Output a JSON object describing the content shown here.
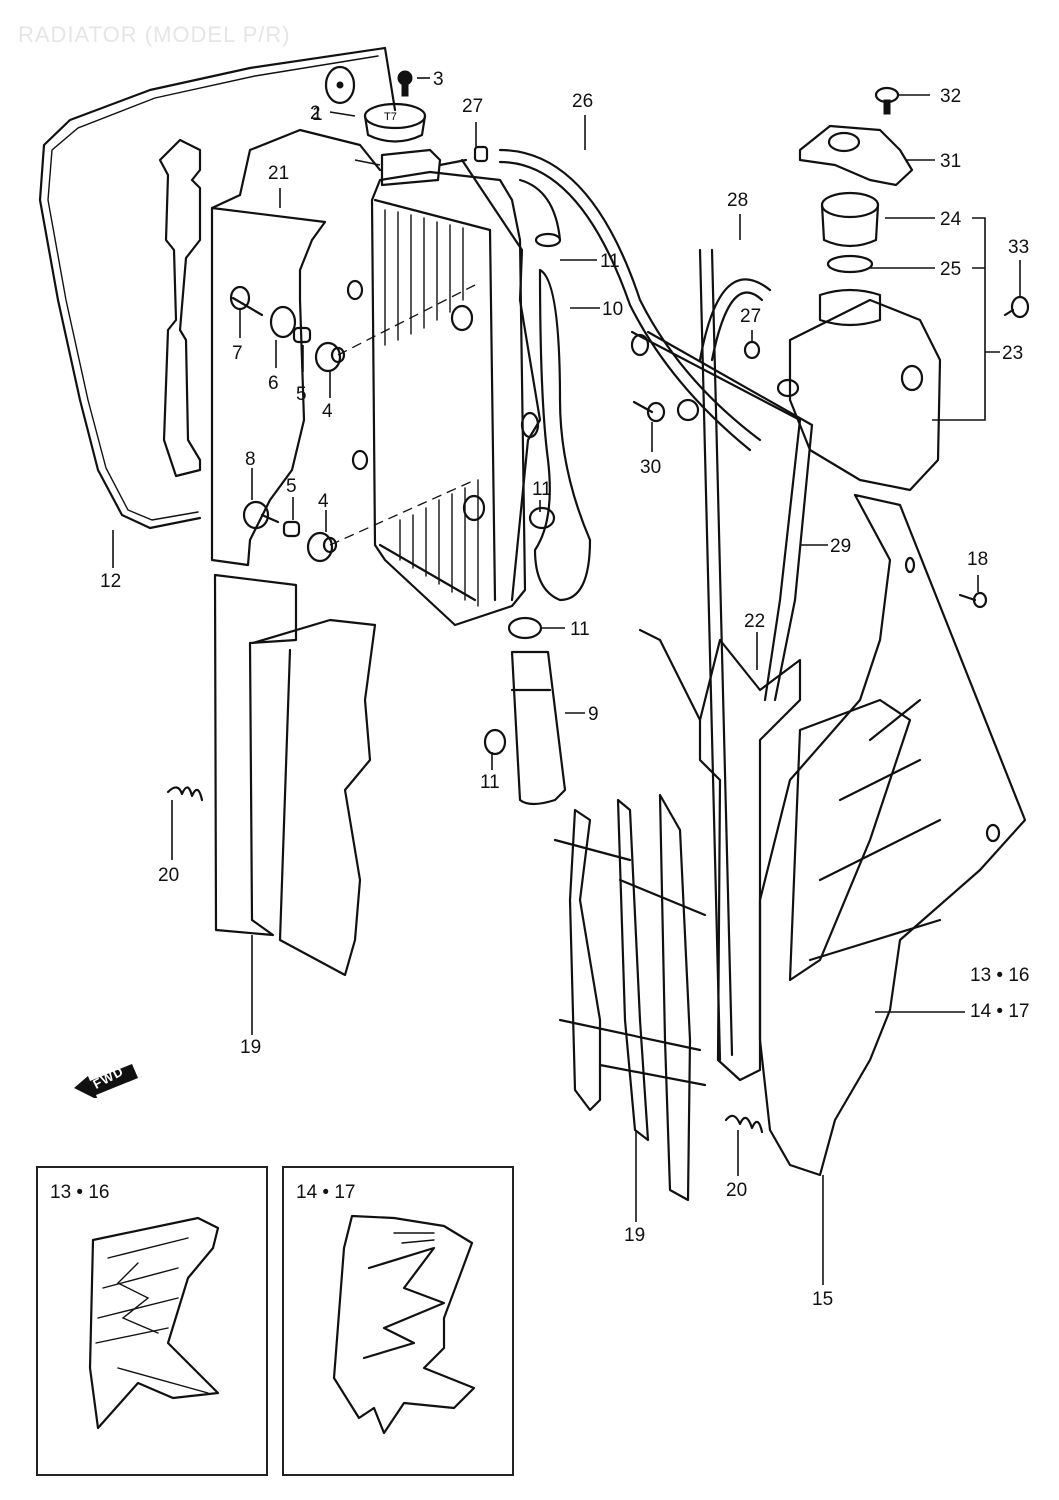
{
  "title": "RADIATOR (MODEL P/R)",
  "direction_badge": {
    "icon": "fwd-arrow-icon",
    "label": "FWD"
  },
  "callouts": [
    {
      "id": "c1",
      "label": "1"
    },
    {
      "id": "c2",
      "label": "2"
    },
    {
      "id": "c3",
      "label": "3"
    },
    {
      "id": "c4a",
      "label": "4"
    },
    {
      "id": "c4b",
      "label": "4"
    },
    {
      "id": "c5a",
      "label": "5"
    },
    {
      "id": "c5b",
      "label": "5"
    },
    {
      "id": "c6",
      "label": "6"
    },
    {
      "id": "c7",
      "label": "7"
    },
    {
      "id": "c8",
      "label": "8"
    },
    {
      "id": "c9",
      "label": "9"
    },
    {
      "id": "c10",
      "label": "10"
    },
    {
      "id": "c11a",
      "label": "11"
    },
    {
      "id": "c11b",
      "label": "11"
    },
    {
      "id": "c11c",
      "label": "11"
    },
    {
      "id": "c11d",
      "label": "11"
    },
    {
      "id": "c12",
      "label": "12"
    },
    {
      "id": "c1316",
      "label": "13 • 16"
    },
    {
      "id": "c1417",
      "label": "14 • 17"
    },
    {
      "id": "c15",
      "label": "15"
    },
    {
      "id": "c18",
      "label": "18"
    },
    {
      "id": "c19a",
      "label": "19"
    },
    {
      "id": "c19b",
      "label": "19"
    },
    {
      "id": "c20a",
      "label": "20"
    },
    {
      "id": "c20b",
      "label": "20"
    },
    {
      "id": "c21",
      "label": "21"
    },
    {
      "id": "c22",
      "label": "22"
    },
    {
      "id": "c23",
      "label": "23"
    },
    {
      "id": "c24",
      "label": "24"
    },
    {
      "id": "c25",
      "label": "25"
    },
    {
      "id": "c26",
      "label": "26"
    },
    {
      "id": "c27a",
      "label": "27"
    },
    {
      "id": "c27b",
      "label": "27"
    },
    {
      "id": "c28",
      "label": "28"
    },
    {
      "id": "c29",
      "label": "29"
    },
    {
      "id": "c30",
      "label": "30"
    },
    {
      "id": "c31",
      "label": "31"
    },
    {
      "id": "c32",
      "label": "32"
    },
    {
      "id": "c33",
      "label": "33"
    }
  ],
  "insets": [
    {
      "label": "13 • 16",
      "part": "shroud-graphic-variant-a"
    },
    {
      "label": "14 • 17",
      "part": "shroud-graphic-variant-b"
    }
  ]
}
